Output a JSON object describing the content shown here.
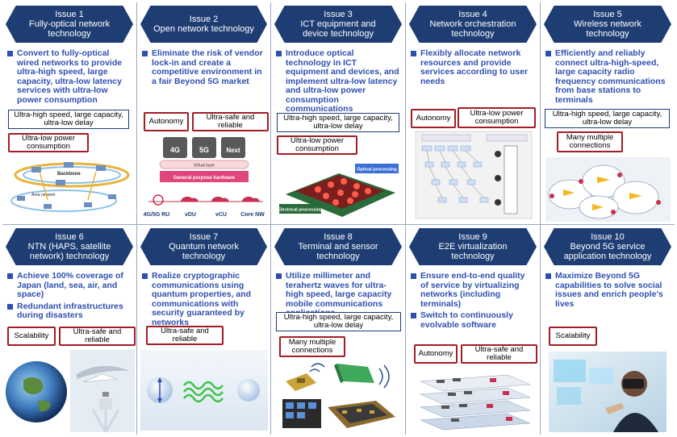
{
  "issues": [
    {
      "header": "Issue 1",
      "title": "Fully-optical network technology",
      "bullets": [
        "Convert to fully-optical wired networks to provide ultra-high speed, large capacity, ultra-low latency services with ultra-low power consumption"
      ],
      "tags": [
        "Ultra-high speed, large capacity, ultra-low delay",
        "Ultra-low power consumption"
      ],
      "image_labels": [
        "Backbone",
        "Area network"
      ]
    },
    {
      "header": "Issue 2",
      "title": "Open network technology",
      "bullets": [
        "Eliminate the risk of vendor lock-in and create a competitive environment in a fair Beyond 5G market"
      ],
      "tags": [
        "Autonomy",
        "Ultra-safe and reliable"
      ],
      "image_labels": [
        "4G",
        "5G",
        "Next",
        "Virtual layer",
        "General purpose hardware",
        "4G/5G RU",
        "vDU",
        "vCU",
        "Core NW"
      ]
    },
    {
      "header": "Issue 3",
      "title": "ICT equipment and device technology",
      "bullets": [
        "Introduce optical technology in ICT equipment and devices, and implement ultra-low latency and ultra-low power consumption communications infrastructures"
      ],
      "tags": [
        "Ultra-high speed, large capacity, ultra-low delay",
        "Ultra-low power consumption"
      ],
      "image_labels": [
        "Optical processing",
        "Electrical processing"
      ]
    },
    {
      "header": "Issue 4",
      "title": "Network orchestration technology",
      "bullets": [
        "Flexibly allocate network resources and provide services according to user needs"
      ],
      "tags": [
        "Autonomy",
        "Ultra-low power consumption"
      ],
      "image_labels": []
    },
    {
      "header": "Issue 5",
      "title": "Wireless network technology",
      "bullets": [
        "Efficiently and reliably connect ultra-high-speed, large capacity radio frequency communications from base stations to terminals"
      ],
      "tags": [
        "Ultra-high speed, large capacity, ultra-low delay",
        "Many multiple connections"
      ],
      "image_labels": []
    },
    {
      "header": "Issue 6",
      "title": "NTN (HAPS, satellite network) technology",
      "bullets": [
        "Achieve 100% coverage of Japan (land, sea, air, and space)",
        "Redundant infrastructures during disasters"
      ],
      "tags": [
        "Scalability",
        "Ultra-safe and reliable"
      ],
      "image_labels": []
    },
    {
      "header": "Issue 7",
      "title": "Quantum network technology",
      "bullets": [
        "Realize cryptographic communications using quantum properties, and communications with security guaranteed by networks"
      ],
      "tags": [
        "Ultra-safe and reliable"
      ],
      "image_labels": []
    },
    {
      "header": "Issue 8",
      "title": "Terminal and sensor technology",
      "bullets": [
        "Utilize millimeter and terahertz waves for ultra-high speed, large capacity mobile communications applications"
      ],
      "tags": [
        "Ultra-high speed, large capacity, ultra-low delay",
        "Many multiple connections"
      ],
      "image_labels": []
    },
    {
      "header": "Issue 9",
      "title": "E2E virtualization technology",
      "bullets": [
        "Ensure end-to-end quality of service by virtualizing networks (including terminals)",
        "Switch to continuously evolvable software"
      ],
      "tags": [
        "Autonomy",
        "Ultra-safe and reliable"
      ],
      "image_labels": []
    },
    {
      "header": "Issue 10",
      "title": "Beyond 5G service application technology",
      "bullets": [
        "Maximize Beyond 5G capabilities to solve social issues and enrich people's lives"
      ],
      "tags": [
        "Scalability"
      ],
      "image_labels": []
    }
  ],
  "colors": {
    "header_bg": "#1d3d73",
    "bullet_text": "#2e4fb0",
    "tag_border": "#a31d25"
  }
}
